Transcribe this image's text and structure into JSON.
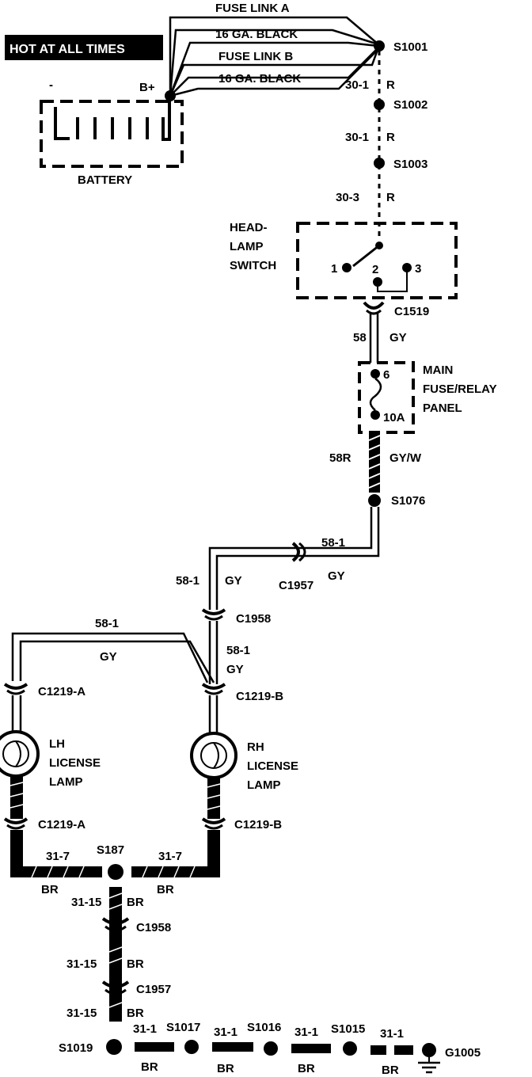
{
  "header": {
    "badge": "HOT AT ALL TIMES"
  },
  "battery": {
    "label": "BATTERY",
    "neg": "-",
    "pos": "B+"
  },
  "top_wires": {
    "fuse_link_a": "FUSE LINK A",
    "wire1": "16 GA. BLACK",
    "fuse_link_b": "FUSE LINK B",
    "wire2": "16 GA. BLACK"
  },
  "splices": {
    "s1001": "S1001",
    "s1002": "S1002",
    "s1003": "S1003",
    "s1076": "S1076",
    "s187": "S187",
    "s1019": "S1019",
    "s1017": "S1017",
    "s1016": "S1016",
    "s1015": "S1015"
  },
  "circuits": {
    "c30_1_a": "30-1",
    "r_a": "R",
    "c30_1_b": "30-1",
    "r_b": "R",
    "c30_3": "30-3",
    "r_c": "R",
    "c58": "58",
    "gy_a": "GY",
    "c58r": "58R",
    "gyw": "GY/W",
    "c58_1_a": "58-1",
    "gy_b": "GY",
    "c58_1_b": "58-1",
    "gy_c": "GY",
    "c58_1_c": "58-1",
    "gy_d": "GY",
    "c58_1_d": "58-1",
    "gy_e": "GY",
    "c31_7_l": "31-7",
    "br_l": "BR",
    "c31_7_r": "31-7",
    "br_r": "BR",
    "c31_15_a": "31-15",
    "br_a": "BR",
    "c31_15_b": "31-15",
    "br_b": "BR",
    "c31_15_c": "31-15",
    "br_c": "BR",
    "c31_1_a": "31-1",
    "br_d": "BR",
    "c31_1_b": "31-1",
    "br_e": "BR",
    "c31_1_c": "31-1",
    "br_f": "BR",
    "c31_1_d": "31-1",
    "br_g": "BR"
  },
  "switch": {
    "line1": "HEAD-",
    "line2": "LAMP",
    "line3": "SWITCH",
    "pin1": "1",
    "pin2": "2",
    "pin3": "3"
  },
  "connectors": {
    "c1519": "C1519",
    "c1957_top": "C1957",
    "c1958_top": "C1958",
    "c1219a_top": "C1219-A",
    "c1219b_top": "C1219-B",
    "c1219a_bot": "C1219-A",
    "c1219b_bot": "C1219-B",
    "c1958_bot": "C1958",
    "c1957_bot": "C1957"
  },
  "fuse_panel": {
    "line1": "MAIN",
    "line2": "FUSE/RELAY",
    "line3": "PANEL",
    "fuse_num": "6",
    "rating": "10A"
  },
  "lamps": {
    "lh1": "LH",
    "lh2": "LICENSE",
    "lh3": "LAMP",
    "rh1": "RH",
    "rh2": "LICENSE",
    "rh3": "LAMP"
  },
  "ground": {
    "label": "G1005"
  }
}
